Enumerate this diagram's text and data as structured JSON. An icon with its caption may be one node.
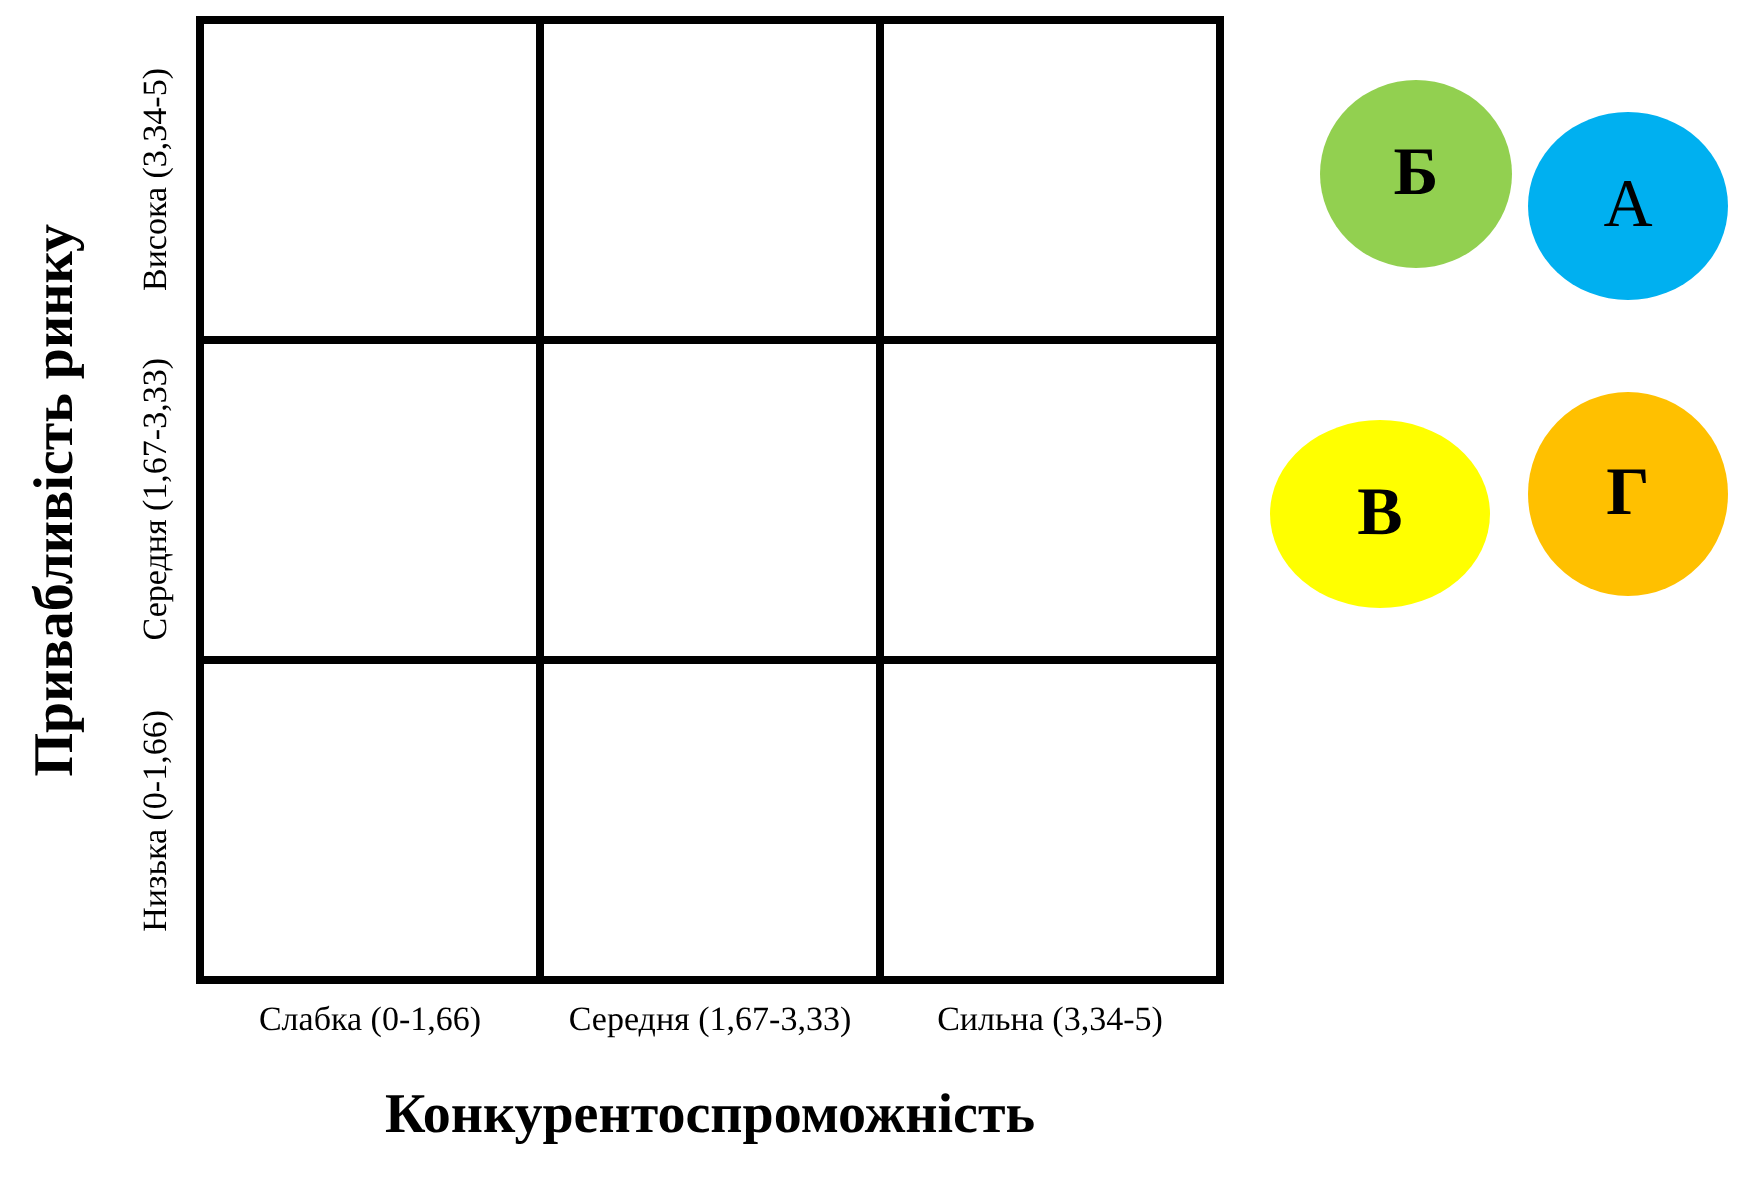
{
  "diagram": {
    "nodes": [
      {
        "text": [
          "Б"
        ]
      },
      {
        "text": [
          "А"
        ]
      },
      {
        "text": [
          "В"
        ]
      },
      {
        "text": [
          "Г"
        ]
      }
    ],
    "labels": [
      "Привабливість ринку",
      "Низька (0-1,66)",
      "Середня (1,67-3,33)",
      "Висока (3,34-5)",
      "Слабка (0-1,66)",
      "Середня (1,67-3,33)",
      "Сильна (3,34-5)",
      "Конкурентоспроможність"
    ]
  }
}
